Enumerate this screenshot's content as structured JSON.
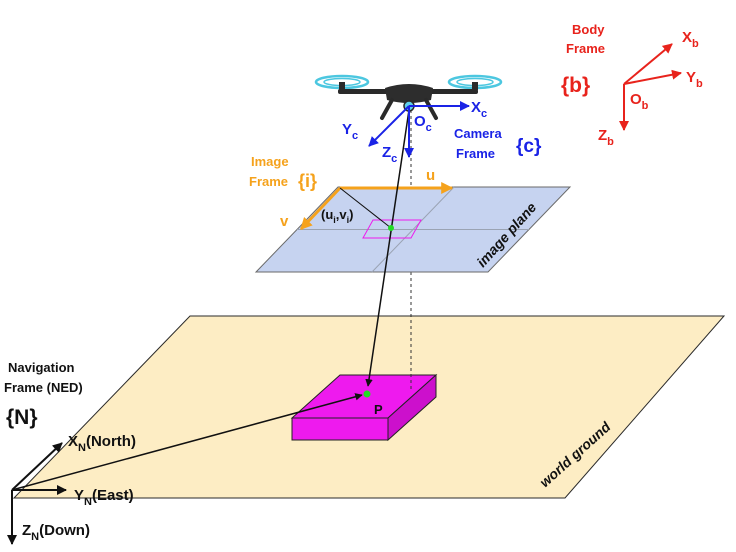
{
  "colors": {
    "ground": "#fdedc4",
    "image_plane": "#c6d3f0",
    "box": "#ee1aee",
    "red": "#e8231c",
    "blue": "#1a23e6",
    "orange": "#f5a21c",
    "point": "#22dd22"
  },
  "icons": {
    "drone": "drone-icon"
  },
  "body_frame": {
    "title_line1": "Body",
    "title_line2": "Frame",
    "brace": "{b}",
    "x_axis": "X",
    "x_sub": "b",
    "y_axis": "Y",
    "y_sub": "b",
    "z_axis": "Z",
    "z_sub": "b",
    "origin": "O",
    "origin_sub": "b"
  },
  "camera_frame": {
    "title_line1": "Camera",
    "title_line2": "Frame",
    "brace": "{c}",
    "x_axis": "X",
    "x_sub": "c",
    "y_axis": "Y",
    "y_sub": "c",
    "z_axis": "Z",
    "z_sub": "c",
    "origin": "O",
    "origin_sub": "c"
  },
  "image_frame": {
    "title_line1": "Image",
    "title_line2": "Frame",
    "brace": "{i}",
    "u_axis": "u",
    "v_axis": "v",
    "pixel_open": "(u",
    "pixel_sub_u": "i",
    "pixel_comma": ",v",
    "pixel_sub_v": "i",
    "pixel_close": ")",
    "plane_label": "image plane"
  },
  "navigation_frame": {
    "title_line1": "Navigation",
    "title_line2": "Frame (NED)",
    "brace": "{N}",
    "x_axis": "X",
    "x_sub": "N",
    "x_dir": "(North)",
    "y_axis": "Y",
    "y_sub": "N",
    "y_dir": "(East)",
    "z_axis": "Z",
    "z_sub": "N",
    "z_dir": "(Down)"
  },
  "world": {
    "ground_label": "world ground",
    "point_label": "P"
  }
}
